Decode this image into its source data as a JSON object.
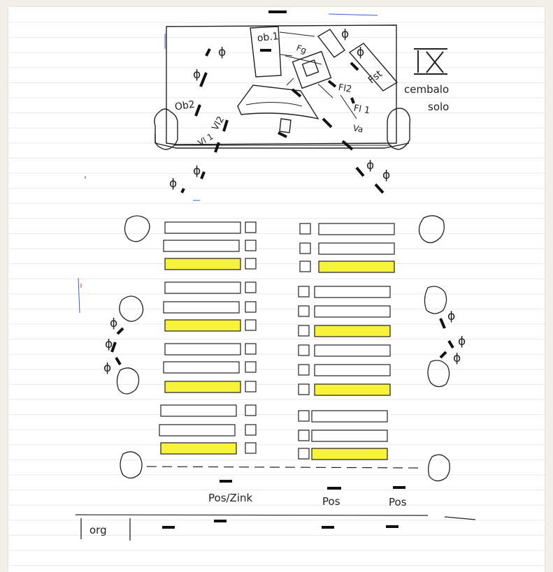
{
  "labels": {
    "roman": "IX",
    "cembalo": "cembalo",
    "solo": "solo",
    "ob1": "ob.1",
    "ob2": "Ob2",
    "fg": "Fg",
    "fst": "Fst",
    "fl2": "Fl2",
    "fl1": "Fl 1",
    "vl1": "Vl 1",
    "vl2": "Vl2",
    "va": "Va",
    "pos_zink": "Pos/Zink",
    "pos1": "Pos",
    "pos2": "Pos",
    "org": "org",
    "phi": "ϕ"
  },
  "colors": {
    "ink": "#222222",
    "highlight": "#f7f23a",
    "ruled_line": "#e6e9f0",
    "paper": "#ffffff",
    "backdrop": "#f3f0ea"
  }
}
